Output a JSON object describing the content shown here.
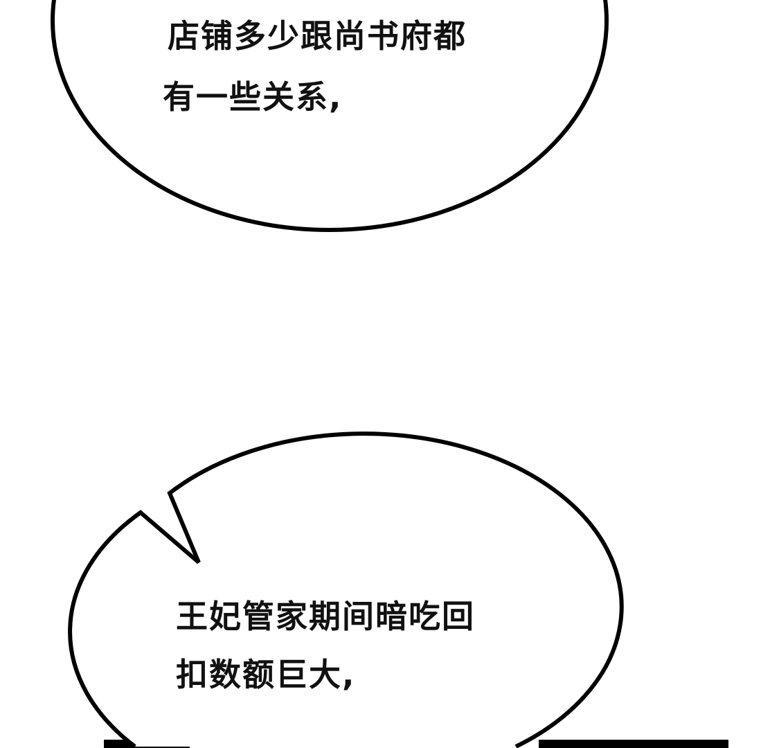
{
  "bubbles": [
    {
      "lines": [
        "店铺多少跟尚书府都",
        "有一些关系,"
      ]
    },
    {
      "lines": [
        "王妃管家期间暗吃回",
        "扣数额巨大,"
      ]
    }
  ],
  "colors": {
    "ink": "#000000",
    "background": "#ffffff",
    "panel_fill": "#8a7a55"
  }
}
